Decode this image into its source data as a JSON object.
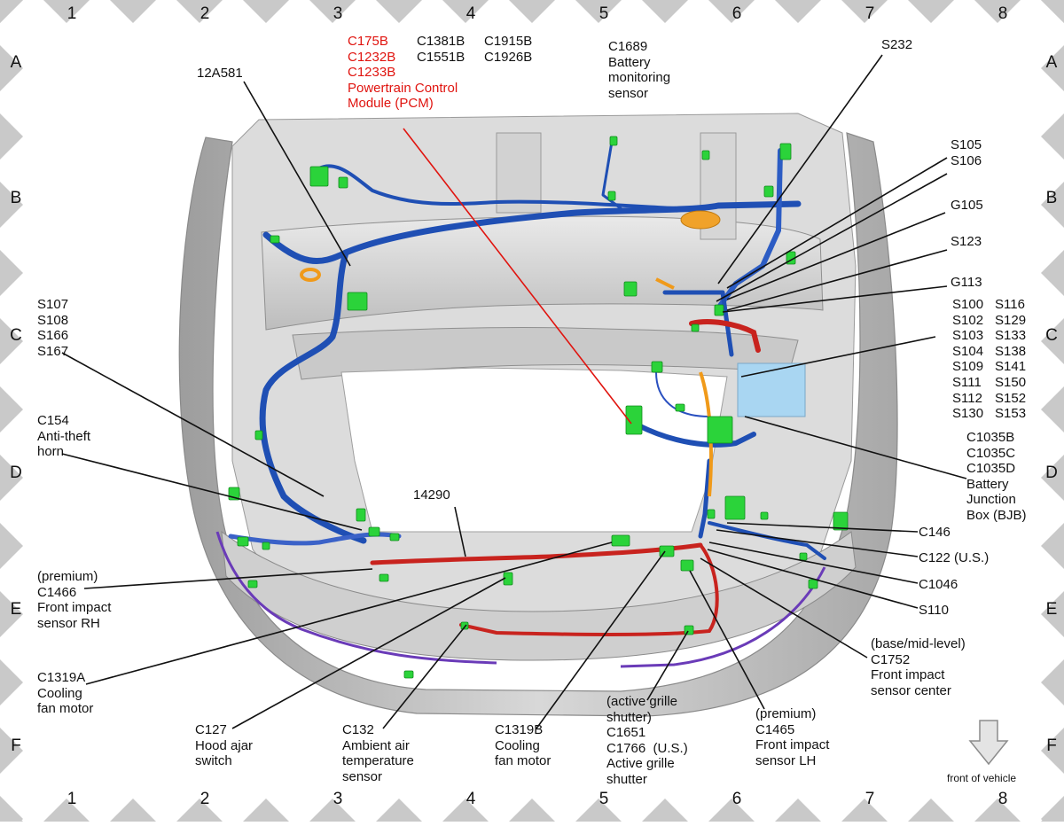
{
  "grid": {
    "columns": [
      "1",
      "2",
      "3",
      "4",
      "5",
      "6",
      "7",
      "8"
    ],
    "rows": [
      "A",
      "B",
      "C",
      "D",
      "E",
      "F"
    ]
  },
  "labels": {
    "pcm": [
      "C175B",
      "C1232B",
      "C1233B",
      "Powertrain Control",
      "Module (PCM)"
    ],
    "pcm_c1381": [
      "C1381B",
      "C1551B"
    ],
    "pcm_c1915": [
      "C1915B",
      "C1926B"
    ],
    "a12a581": "12A581",
    "c1689": [
      "C1689",
      "Battery",
      "monitoring",
      "sensor"
    ],
    "s232": "S232",
    "s105": [
      "S105",
      "S106"
    ],
    "g105": "G105",
    "s123": "S123",
    "g113": "G113",
    "splices_left": [
      "S100",
      "S102",
      "S103",
      "S104",
      "S109",
      "S111",
      "S112",
      "S130"
    ],
    "splices_right": [
      "S116",
      "S129",
      "S133",
      "S138",
      "S141",
      "S150",
      "S152",
      "S153"
    ],
    "s107": [
      "S107",
      "S108",
      "S166",
      "S167"
    ],
    "c154": [
      "C154",
      "Anti-theft",
      "horn"
    ],
    "c1035": [
      "C1035B",
      "C1035C",
      "C1035D",
      "Battery",
      "Junction",
      "Box (BJB)"
    ],
    "w14290": "14290",
    "c146": "C146",
    "c122": "C122 (U.S.)",
    "c1046": "C1046",
    "s110": "S110",
    "c1466": [
      "(premium)",
      "C1466",
      "Front impact",
      "sensor RH"
    ],
    "c1752": [
      "(base/mid-level)",
      "C1752",
      "Front impact",
      "sensor center"
    ],
    "c1319a": [
      "C1319A",
      "Cooling",
      "fan motor"
    ],
    "c127": [
      "C127",
      "Hood ajar",
      "switch"
    ],
    "c132": [
      "C132",
      "Ambient air",
      "temperature",
      "sensor"
    ],
    "c1319b": [
      "C1319B",
      "Cooling",
      "fan motor"
    ],
    "c1651": [
      "(active grille",
      "shutter)",
      "C1651",
      "C1766  (U.S.)",
      "Active grille",
      "shutter"
    ],
    "c1465": [
      "(premium)",
      "C1465",
      "Front impact",
      "sensor LH"
    ],
    "front": "front of vehicle"
  },
  "colors": {
    "harness_blue": "#1f4fb4",
    "harness_red": "#c8231e",
    "harness_purple": "#6a3bb8",
    "connector_green": "#2bd33a",
    "bjb_blue": "#a9d6f2",
    "orange": "#f09a1a",
    "leader_red": "#e0140f",
    "frame_gray": "#b9b9b9"
  }
}
